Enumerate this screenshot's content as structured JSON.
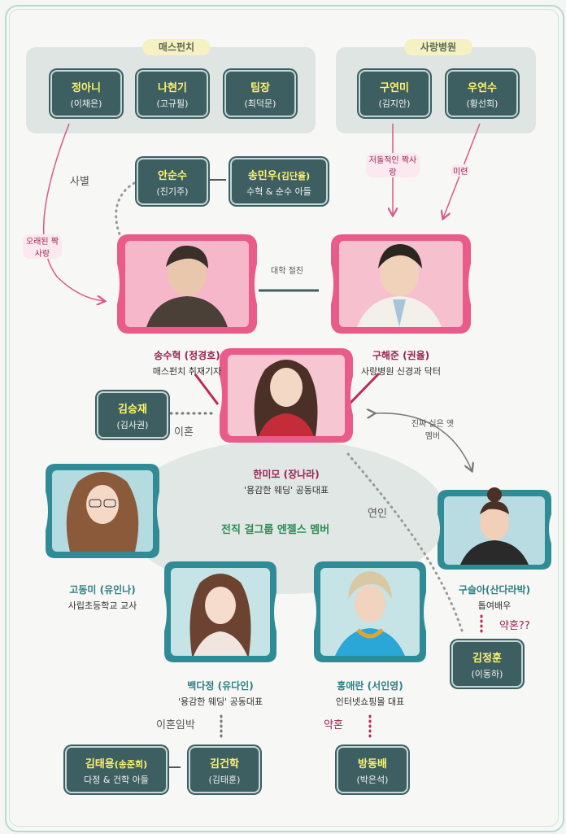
{
  "groups": {
    "mass_punch": {
      "title": "매스펀치"
    },
    "sarang_hospital": {
      "title": "사랑병원"
    }
  },
  "boxes": {
    "jung_ani": {
      "name": "정아니",
      "actor": "(이채은)"
    },
    "na_hyungi": {
      "name": "나현기",
      "actor": "(고규필)"
    },
    "team_lead": {
      "name": "팀장",
      "actor": "(최덕문)"
    },
    "gu_yeonmi": {
      "name": "구연미",
      "actor": "(김지안)"
    },
    "woo_yeonsu": {
      "name": "우연수",
      "actor": "(황선희)"
    },
    "an_sunsu": {
      "name": "안순수",
      "actor": "(진기주)"
    },
    "song_minwoo": {
      "name": "송민우",
      "name_extra": "(김단율)",
      "actor": "수혁 & 순수 아들"
    },
    "kim_seungjae": {
      "name": "김승재",
      "actor": "(김사권)"
    },
    "kim_jeonghun": {
      "name": "김정훈",
      "actor": "(이동하)"
    },
    "kim_taeyong": {
      "name": "김태용",
      "name_extra": "(송준희)",
      "actor": "다정 & 건학 아들"
    },
    "kim_geonhak": {
      "name": "김건학",
      "actor": "(김태훈)"
    },
    "bang_dongbae": {
      "name": "방동배",
      "actor": "(박은석)"
    }
  },
  "people": {
    "song_suhyuk": {
      "name": "송수혁 (정경호)",
      "role": "매스펀치 취재기자"
    },
    "gu_haejun": {
      "name": "구해준 (권율)",
      "role": "사랑병원 신경과 닥터"
    },
    "han_mimo": {
      "name": "한미모 (장나라)",
      "role": "'용감한 웨딩' 공동대표"
    },
    "go_dongmi": {
      "name": "고동미 (유인나)",
      "role": "사립초등학교 교사"
    },
    "gu_seula": {
      "name": "구슬아(산다라박)",
      "role": "톱여배우"
    },
    "baek_dajeong": {
      "name": "백다정 (유다인)",
      "role": "'용감한 웨딩' 공동대표"
    },
    "hong_aeran": {
      "name": "홍애란 (서인영)",
      "role": "인터넷쇼핑몰 대표"
    }
  },
  "annotations": {
    "breakup": "사별",
    "long_crush": "오래된 짝사랑",
    "one_sided": "저돌적인 짝사랑",
    "fiance": "미련",
    "college_friends": "대학 절친",
    "divorce": "이혼",
    "old_member": "진짜 싫은 옛 멤버",
    "lovers": "연인",
    "ex_member": "전직 걸그룹 엔젤스 멤버",
    "engaged_q": "약혼??",
    "divorce_imminent": "이혼임박",
    "engaged": "약혼"
  },
  "colors": {
    "box": "#3d5f62",
    "box_name": "#fff36a",
    "pink": "#e85b8a",
    "teal": "#2f8b96",
    "accent": "#9a2051"
  }
}
